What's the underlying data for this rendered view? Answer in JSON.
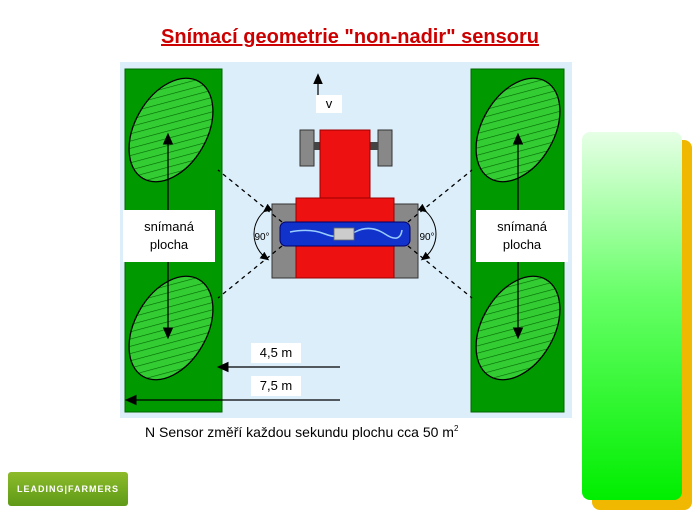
{
  "title": "Snímací geometrie \"non-nadir\" sensoru",
  "diagram": {
    "velocity_label": "v",
    "left_area_label_line1": "snímaná",
    "left_area_label_line2": "plocha",
    "right_area_label_line1": "snímaná",
    "right_area_label_line2": "plocha",
    "angle_left": "90°",
    "angle_right": "90°",
    "distance_short": "4,5 m",
    "distance_long": "7,5 m"
  },
  "caption": {
    "text": "N Sensor změří každou sekundu plochu cca 50 m",
    "superscript": "2"
  },
  "logo": {
    "text": "LEADING|FARMERS"
  },
  "colors": {
    "title": "#cc0000",
    "field": "#009900",
    "ellipse": "#33cc33",
    "tractor": "#ee1111",
    "sensor": "#1133cc",
    "background": "#dceefa",
    "panel": "#00ee00",
    "panel_shadow": "#f0b800"
  }
}
